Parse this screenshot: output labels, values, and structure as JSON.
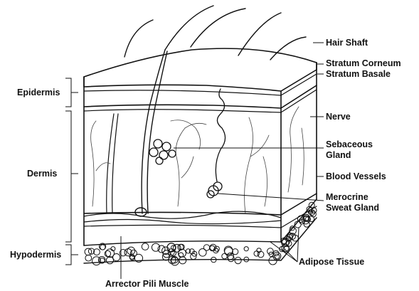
{
  "labels": {
    "hair_shaft": "Hair Shaft",
    "stratum_corneum": "Stratum Corneum",
    "stratum_basale": "Stratum Basale",
    "epidermis": "Epidermis",
    "nerve": "Nerve",
    "sebaceous_gland": [
      "Sebaceous",
      "Gland"
    ],
    "dermis": "Dermis",
    "blood_vessels": "Blood Vessels",
    "merocrine_sweat_gland": [
      "Merocrine",
      "Sweat Gland"
    ],
    "hypodermis": "Hypodermis",
    "adipose_tissue": "Adipose Tissue",
    "arrector_pili_muscle": "Arrector Pili Muscle"
  },
  "colors": {
    "ink": "#111111",
    "background": "#ffffff"
  }
}
